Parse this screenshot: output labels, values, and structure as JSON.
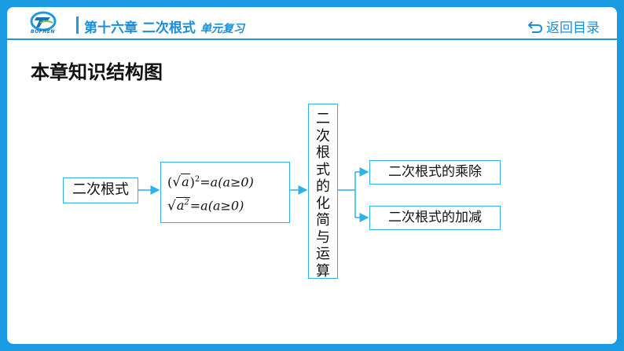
{
  "header": {
    "logo_text": "BOFHEN",
    "chapter_title": "第十六章 二次根式",
    "chapter_subtitle": "单元复习",
    "back_label": "返回目录"
  },
  "page": {
    "heading": "本章知识结构图"
  },
  "diagram": {
    "root": "二次根式",
    "properties": {
      "line1_rest": "=a(a≥0)",
      "line2_rest": "=a(a≥0)"
    },
    "operations": [
      "二",
      "次",
      "根",
      "式",
      "的",
      "化",
      "简",
      "与",
      "运",
      "算"
    ],
    "branches": [
      "二次根式的乘除",
      "二次根式的加减"
    ]
  },
  "colors": {
    "border": "#1a9ae0",
    "box_border": "#2fb0e6",
    "accent": "#1a8fd8"
  }
}
